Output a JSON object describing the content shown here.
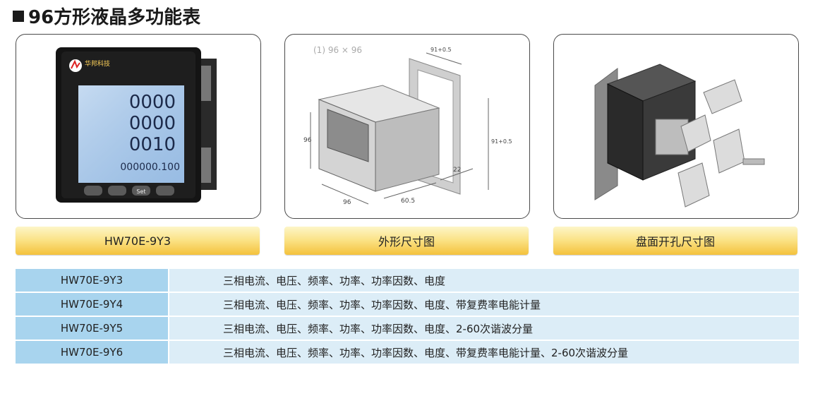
{
  "header": {
    "title": "96方形液晶多功能表"
  },
  "panels": {
    "meter": {
      "brand": "华邦科技",
      "readings": [
        "0000",
        "0000",
        "0010",
        "000000.100"
      ],
      "button_key": "Set"
    },
    "dimensions": {
      "size_label": "(1) 96 × 96",
      "dims": {
        "top": "91+0.5",
        "right": "91+0.5",
        "height": "96",
        "width": "96",
        "depth": "60.5",
        "terminal": "22"
      }
    }
  },
  "captions": [
    "HW70E-9Y3",
    "外形尺寸图",
    "盘面开孔尺寸图"
  ],
  "models": [
    {
      "model": "HW70E-9Y3",
      "desc": "三相电流、电压、频率、功率、功率因数、电度"
    },
    {
      "model": "HW70E-9Y4",
      "desc": "三相电流、电压、频率、功率、功率因数、电度、带复费率电能计量"
    },
    {
      "model": "HW70E-9Y5",
      "desc": "三相电流、电压、频率、功率、功率因数、电度、2-60次谐波分量"
    },
    {
      "model": "HW70E-9Y6",
      "desc": "三相电流、电压、频率、功率、功率因数、电度、带复费率电能计量、2-60次谐波分量"
    }
  ]
}
